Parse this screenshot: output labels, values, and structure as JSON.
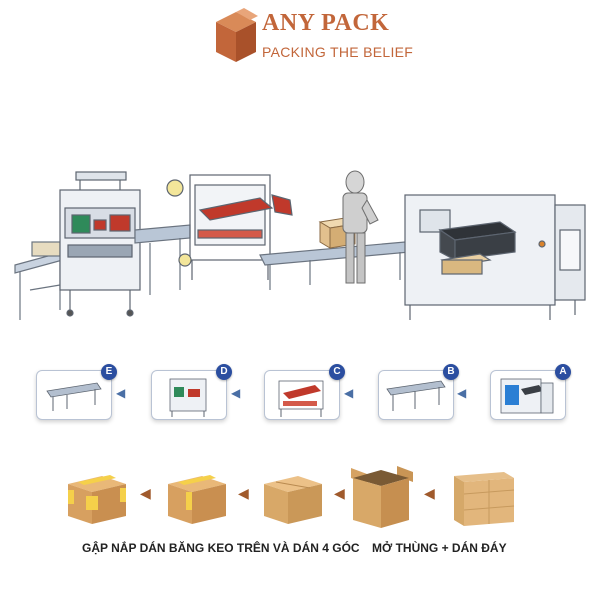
{
  "brand": {
    "name": "ANY PACK",
    "tagline": "PACKING THE BELIEF",
    "color": "#c2663a"
  },
  "stages": [
    {
      "letter": "E"
    },
    {
      "letter": "D"
    },
    {
      "letter": "C"
    },
    {
      "letter": "B"
    },
    {
      "letter": "A"
    }
  ],
  "accent_blue": "#2b4ea0",
  "flow_direction": "right-to-left",
  "captions": {
    "left": "GẬP NẮP DÁN BĂNG KEO TRÊN VÀ DÁN 4 GÓC",
    "right": "MỞ THÙNG + DÁN ĐÁY"
  },
  "icons": {
    "stage_arrow": "left-arrow-icon",
    "box_arrow": "left-arrow-icon"
  }
}
